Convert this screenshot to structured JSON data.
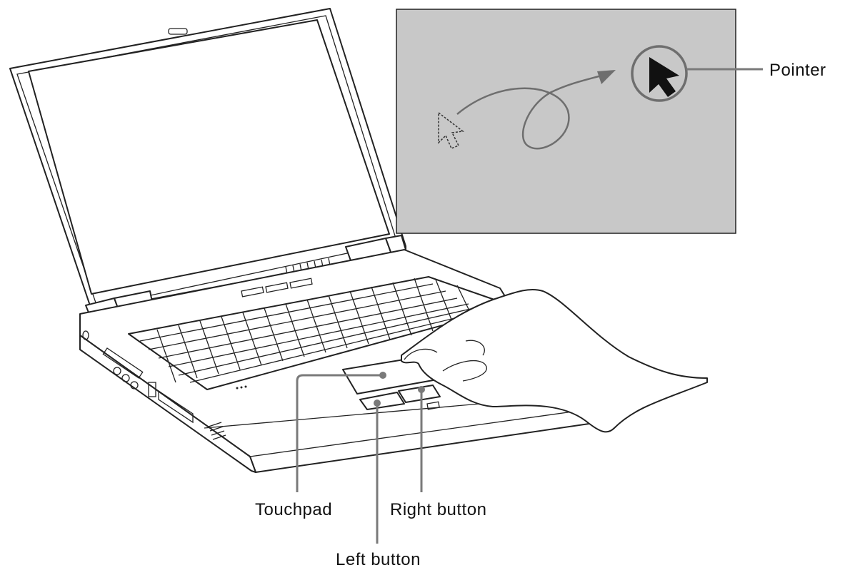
{
  "labels": {
    "pointer": "Pointer",
    "touchpad": "Touchpad",
    "right_button": "Right button",
    "left_button": "Left button"
  },
  "colors": {
    "screen_panel": "#c8c8c8",
    "leader_line": "#7a7a7a",
    "ink": "#222222"
  },
  "icons": [
    "arrow-pointer-icon",
    "dashed-pointer-icon",
    "motion-path-arrow"
  ]
}
